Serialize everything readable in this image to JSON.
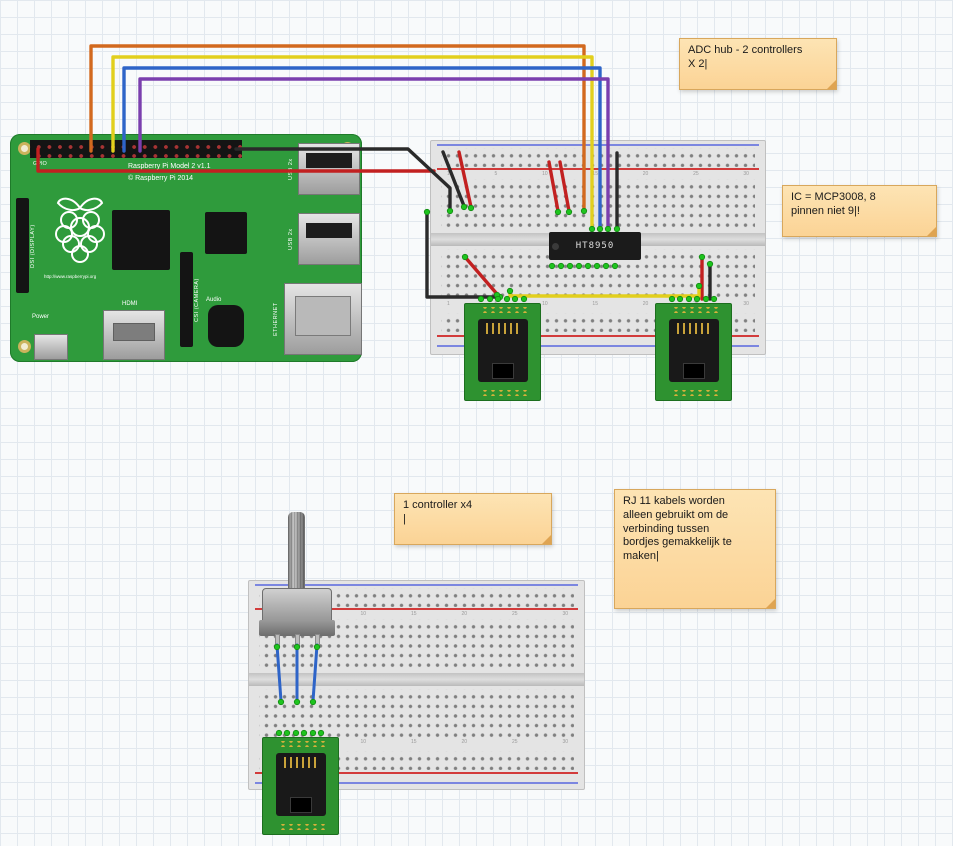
{
  "notes": [
    {
      "text": "ADC hub - 2 controllers\nX 2|"
    },
    {
      "text": "IC = MCP3008, 8\npinnen niet 9|!"
    },
    {
      "text": "1 controller  x4\n|"
    },
    {
      "text": "RJ 11 kabels worden\nalleen gebruikt om de\nverbinding tussen\nbordjes gemakkelijk te\nmaken|"
    }
  ],
  "raspberry_pi": {
    "gpio_label": "GPIO",
    "board_title": "Raspberry Pi Model 2 v1.1",
    "copyright": "© Raspberry Pi 2014",
    "url": "http://www.raspberrypi.org",
    "usb_label": "USB 2x",
    "ethernet_label": "ETHERNET",
    "hdmi_label": "HDMI",
    "audio_label": "Audio",
    "power_label": "Power",
    "dsi_label": "DSI (DISPLAY)",
    "csi_label": "CSI (CAMERA)"
  },
  "ic": {
    "label": "HT8950"
  },
  "breadboard": {
    "column_labels": [
      "1",
      "5",
      "10",
      "15",
      "20",
      "25",
      "30"
    ]
  },
  "colors": {
    "pi_green": "#2f9b3c",
    "pcb_green": "#2e9230",
    "breadboard_gray": "#e4e4e4",
    "connection_green": "#1ec41e",
    "note_bg": "#fbd79c",
    "wire_red": "#c22020",
    "wire_black": "#2a2a2a",
    "wire_orange": "#d2691e",
    "wire_yellow": "#e2cf1d",
    "wire_blue": "#2e64c8",
    "wire_purple": "#7a3fae"
  }
}
